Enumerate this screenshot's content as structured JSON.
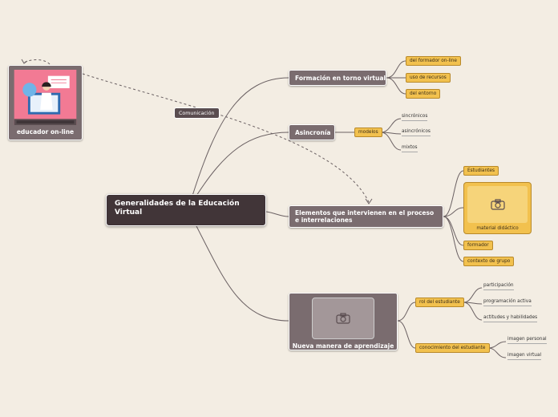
{
  "central": {
    "title": "Generalidades de la Educación Virtual"
  },
  "educador": {
    "label": "educador on-line"
  },
  "relationship": {
    "label": "Comunicación"
  },
  "branches": {
    "formacion": {
      "label": "Formación en torno virtual",
      "subs": [
        "del formador on-line",
        "uso de recursos",
        "del entorno"
      ]
    },
    "asincronia": {
      "label": "Asincronía",
      "sub": "modelos",
      "leaves": [
        "sincrónicos",
        "asincrónicos",
        "mixtos"
      ]
    },
    "elementos": {
      "label": "Elementos que intervienen en el proceso e interrelaciones",
      "subs": [
        "Estudiantes",
        "formador",
        "contexto de grupo"
      ],
      "material": "material didáctico"
    },
    "nueva": {
      "label": "Nueva manera de aprendizaje",
      "rol": {
        "label": "rol del estudiante",
        "leaves": [
          "participación",
          "programación activa",
          "actitudes y habilidades"
        ]
      },
      "conocimiento": {
        "label": "conocimiento del estudiante",
        "leaves": [
          "imagen personal",
          "imagen virtual"
        ]
      }
    }
  },
  "colors": {
    "background": "#f3ede3",
    "central": "#413538",
    "topic": "#7a6c6f",
    "subtopic": "#f2c14e",
    "line": "#6b6163"
  },
  "icons": [
    "camera-icon",
    "presenter-illustration"
  ]
}
